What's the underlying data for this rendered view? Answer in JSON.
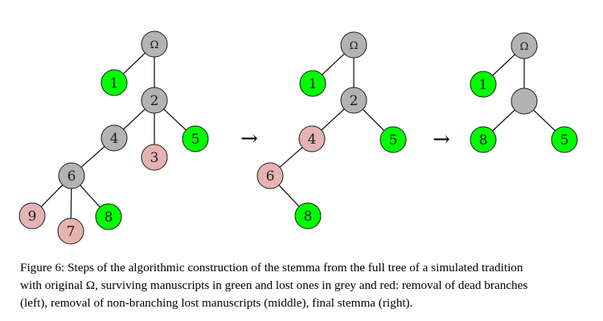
{
  "figure": {
    "colors": {
      "surviving": "#00ff00",
      "lost_inner": "#b3b3b3",
      "lost_red": "#e6b3b3",
      "stroke": "#1a1a1a"
    },
    "arrow_symbol": "→",
    "trees": [
      {
        "name": "full-tree",
        "nodes": [
          {
            "id": "O",
            "label": "Ω",
            "status": "lost_inner"
          },
          {
            "id": "1",
            "label": "1",
            "status": "surviving"
          },
          {
            "id": "2",
            "label": "2",
            "status": "lost_inner"
          },
          {
            "id": "4",
            "label": "4",
            "status": "lost_inner"
          },
          {
            "id": "3",
            "label": "3",
            "status": "lost_red"
          },
          {
            "id": "5",
            "label": "5",
            "status": "surviving"
          },
          {
            "id": "6",
            "label": "6",
            "status": "lost_inner"
          },
          {
            "id": "9",
            "label": "9",
            "status": "lost_red"
          },
          {
            "id": "7",
            "label": "7",
            "status": "lost_red"
          },
          {
            "id": "8",
            "label": "8",
            "status": "surviving"
          }
        ],
        "edges": [
          [
            "O",
            "1"
          ],
          [
            "O",
            "2"
          ],
          [
            "2",
            "4"
          ],
          [
            "2",
            "3"
          ],
          [
            "2",
            "5"
          ],
          [
            "4",
            "6"
          ],
          [
            "6",
            "9"
          ],
          [
            "6",
            "7"
          ],
          [
            "6",
            "8"
          ]
        ]
      },
      {
        "name": "pruned-tree",
        "nodes": [
          {
            "id": "O",
            "label": "Ω",
            "status": "lost_inner"
          },
          {
            "id": "1",
            "label": "1",
            "status": "surviving"
          },
          {
            "id": "2",
            "label": "2",
            "status": "lost_inner"
          },
          {
            "id": "4",
            "label": "4",
            "status": "lost_red"
          },
          {
            "id": "5",
            "label": "5",
            "status": "surviving"
          },
          {
            "id": "6",
            "label": "6",
            "status": "lost_red"
          },
          {
            "id": "8",
            "label": "8",
            "status": "surviving"
          }
        ],
        "edges": [
          [
            "O",
            "1"
          ],
          [
            "O",
            "2"
          ],
          [
            "2",
            "4"
          ],
          [
            "2",
            "5"
          ],
          [
            "4",
            "6"
          ],
          [
            "6",
            "8"
          ]
        ]
      },
      {
        "name": "final-stemma",
        "nodes": [
          {
            "id": "O",
            "label": "Ω",
            "status": "lost_inner"
          },
          {
            "id": "1",
            "label": "1",
            "status": "surviving"
          },
          {
            "id": "X",
            "label": "",
            "status": "lost_inner"
          },
          {
            "id": "8",
            "label": "8",
            "status": "surviving"
          },
          {
            "id": "5",
            "label": "5",
            "status": "surviving"
          }
        ],
        "edges": [
          [
            "O",
            "1"
          ],
          [
            "O",
            "X"
          ],
          [
            "X",
            "8"
          ],
          [
            "X",
            "5"
          ]
        ]
      }
    ]
  },
  "caption": {
    "lines": [
      "Figure 6: Steps of the algorithmic construction of the stemma from the full tree of a simulated tradition",
      "with original Ω, surviving manuscripts in green and lost ones in grey and red: removal of dead branches",
      "(left), removal of non-branching lost manuscripts (middle), final stemma (right)."
    ]
  }
}
